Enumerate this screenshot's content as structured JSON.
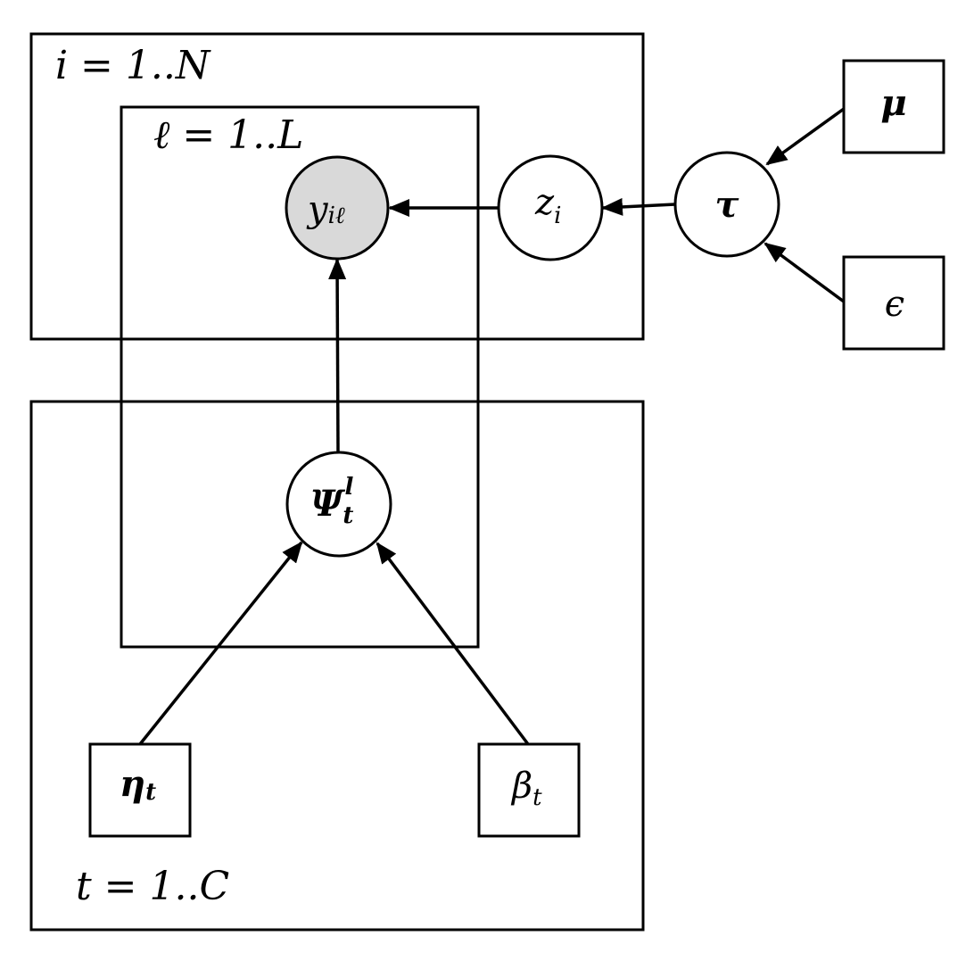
{
  "plates": {
    "outer_i": "i = 1..N",
    "inner_l": "ℓ = 1..L",
    "outer_t": "t = 1..C"
  },
  "nodes": {
    "y": {
      "main": "y",
      "sub": "iℓ",
      "observed": true
    },
    "z": {
      "main": "z",
      "sub": "i"
    },
    "tau": {
      "main": "τ"
    },
    "mu": {
      "main": "μ"
    },
    "epsilon": {
      "main": "ϵ"
    },
    "psi": {
      "main": "Ψ",
      "sub": "t",
      "sup": "l"
    },
    "eta": {
      "main": "η",
      "sub": "t"
    },
    "beta": {
      "main": "β",
      "sub": "t"
    }
  },
  "edges": [
    {
      "from": "mu",
      "to": "tau"
    },
    {
      "from": "epsilon",
      "to": "tau"
    },
    {
      "from": "tau",
      "to": "z"
    },
    {
      "from": "z",
      "to": "y"
    },
    {
      "from": "psi",
      "to": "y"
    },
    {
      "from": "eta",
      "to": "psi"
    },
    {
      "from": "beta",
      "to": "psi"
    }
  ]
}
